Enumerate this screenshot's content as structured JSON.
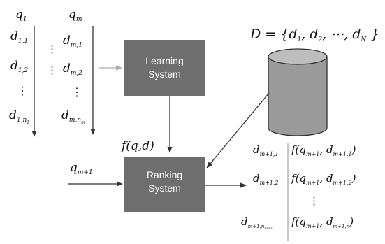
{
  "learning_system": {
    "line1": "Learning",
    "line2": "System"
  },
  "ranking_system": {
    "line1": "Ranking",
    "line2": "System"
  },
  "training_queries": {
    "first": {
      "q": "q",
      "q_sub": "1",
      "d_sub": [
        "1,1",
        "1,2",
        "1,n"
      ],
      "n_sub": "1"
    },
    "last": {
      "q": "q",
      "q_sub": "m",
      "d_sub": [
        "m,1",
        "m,2",
        "m,n"
      ],
      "n_sub": "m"
    }
  },
  "model_label": {
    "text": "f(q,d)"
  },
  "new_query": {
    "q": "q",
    "q_sub": "m+1"
  },
  "database": {
    "label": "D = {d",
    "items": [
      "1",
      "2",
      "N"
    ]
  },
  "ranked_list": {
    "rows": [
      {
        "d_sub": "m+1,1",
        "f_q_sub": "m+1",
        "f_d_sub": "m+1,1"
      },
      {
        "d_sub": "m+1,2",
        "f_q_sub": "m+1",
        "f_d_sub": "m+1,2"
      },
      {
        "d_sub": "m+1,n",
        "n_sub": "m+1",
        "f_q_sub": "m+1",
        "f_d_sub": "m+1,n"
      }
    ]
  },
  "colors": {
    "box": "#6e6e6e",
    "cylinder": "#9a9a9a",
    "arrow": "#333333",
    "light_arrow": "#aaaaaa"
  }
}
